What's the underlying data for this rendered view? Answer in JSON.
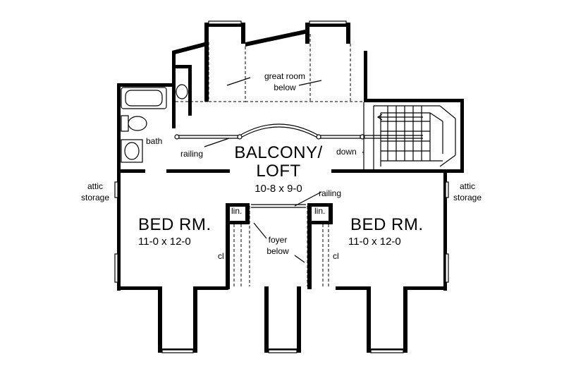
{
  "plan": {
    "colors": {
      "ink": "#000000",
      "paper": "#ffffff"
    },
    "labels": {
      "great_room_line1": "great room",
      "great_room_line2": "below",
      "balcony_name_line1": "BALCONY/",
      "balcony_name_line2": "LOFT",
      "balcony_dim": "10-8 x 9-0",
      "bath": "bath",
      "railing_left": "railing",
      "railing_center": "railing",
      "down": "down",
      "attic_left_line1": "attic",
      "attic_left_line2": "storage",
      "attic_right_line1": "attic",
      "attic_right_line2": "storage",
      "bed_left_name": "BED RM.",
      "bed_left_dim": "11-0 x 12-0",
      "bed_right_name": "BED RM.",
      "bed_right_dim": "11-0 x 12-0",
      "lin_left": "lin.",
      "lin_right": "lin.",
      "foyer_line1": "foyer",
      "foyer_line2": "below",
      "cl_left": "cl",
      "cl_right": "cl"
    }
  }
}
